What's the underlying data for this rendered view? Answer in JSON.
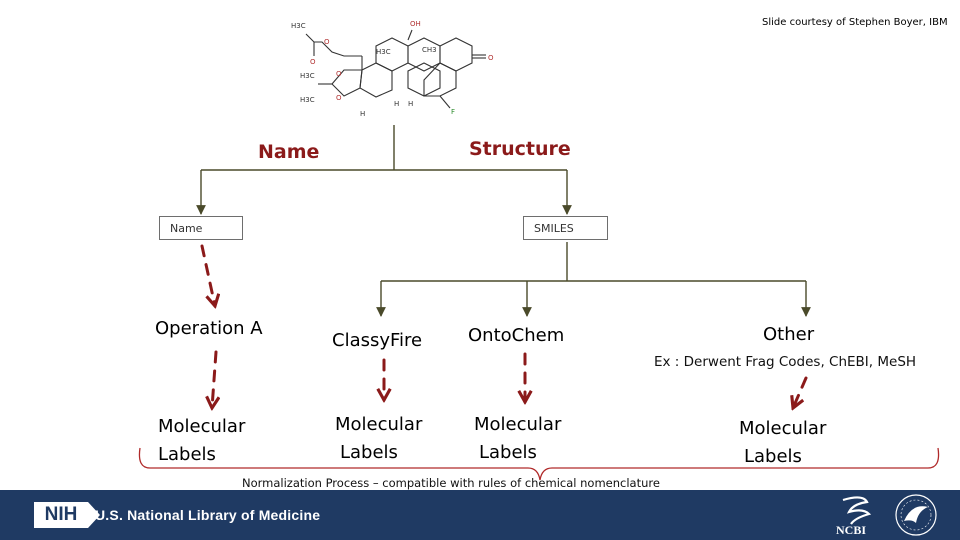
{
  "credit": "Slide courtesy of Stephen Boyer, IBM",
  "branches": {
    "name": "Name",
    "structure": "Structure"
  },
  "boxes": {
    "name": "Name",
    "smiles": "SMILES"
  },
  "nodes": {
    "operation": "Operation A",
    "classyfire": "ClassyFire",
    "ontochem": "OntoChem",
    "other": "Other",
    "other_example": "Ex :  Derwent Frag Codes,  ChEBI, MeSH"
  },
  "labels": {
    "line1": "Molecular",
    "line2": "Labels"
  },
  "normalization": "Normalization Process – compatible with rules of chemical nomenclature",
  "footer": {
    "nih": "NIH",
    "nlm": "U.S. National Library of Medicine",
    "ncbi": "NCBI"
  },
  "molecule": {
    "atoms": [
      "H3C",
      "O",
      "O",
      "OH",
      "O",
      "H3C",
      "H3C",
      "O",
      "O",
      "H",
      "H",
      "H",
      "F",
      "CH3",
      "H3C"
    ]
  },
  "colors": {
    "branch": "#8b1a1a",
    "arrow": "#8b1a1a",
    "connector": "#5a5a32",
    "footer": "#1f3a63"
  }
}
